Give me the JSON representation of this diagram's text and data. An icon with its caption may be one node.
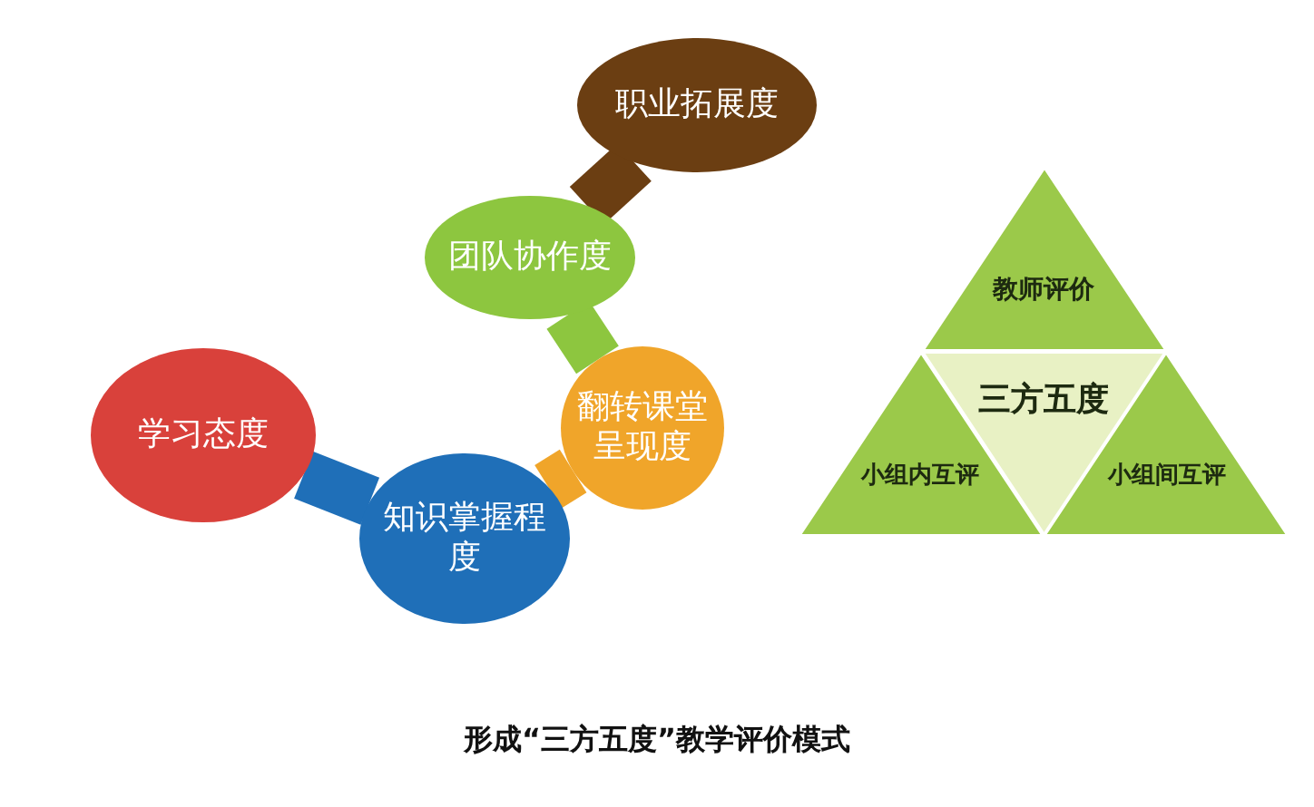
{
  "diagram": {
    "caption": "形成“三方五度”教学评价模式",
    "nodes": [
      {
        "text": [
          "学习态度"
        ]
      },
      {
        "text": [
          "知识掌握程度"
        ]
      },
      {
        "text": [
          "翻转课堂呈现度"
        ]
      },
      {
        "text": [
          "团队协作度"
        ]
      },
      {
        "text": [
          "职业拓展度"
        ]
      },
      {
        "text": [
          "教师评价"
        ]
      },
      {
        "text": [
          "三方五度"
        ]
      },
      {
        "text": [
          "小组内互评"
        ]
      },
      {
        "text": [
          "小组间互评"
        ]
      }
    ],
    "edges": [
      {
        "from": 0,
        "to": 1,
        "arrow": "none",
        "color": "#1f6fb8"
      },
      {
        "from": 1,
        "to": 2,
        "arrow": "none",
        "color": "#f0a52a"
      },
      {
        "from": 2,
        "to": 3,
        "arrow": "none",
        "color": "#8dc63f"
      },
      {
        "from": 3,
        "to": 4,
        "arrow": "none",
        "color": "#6b3e12"
      }
    ]
  }
}
